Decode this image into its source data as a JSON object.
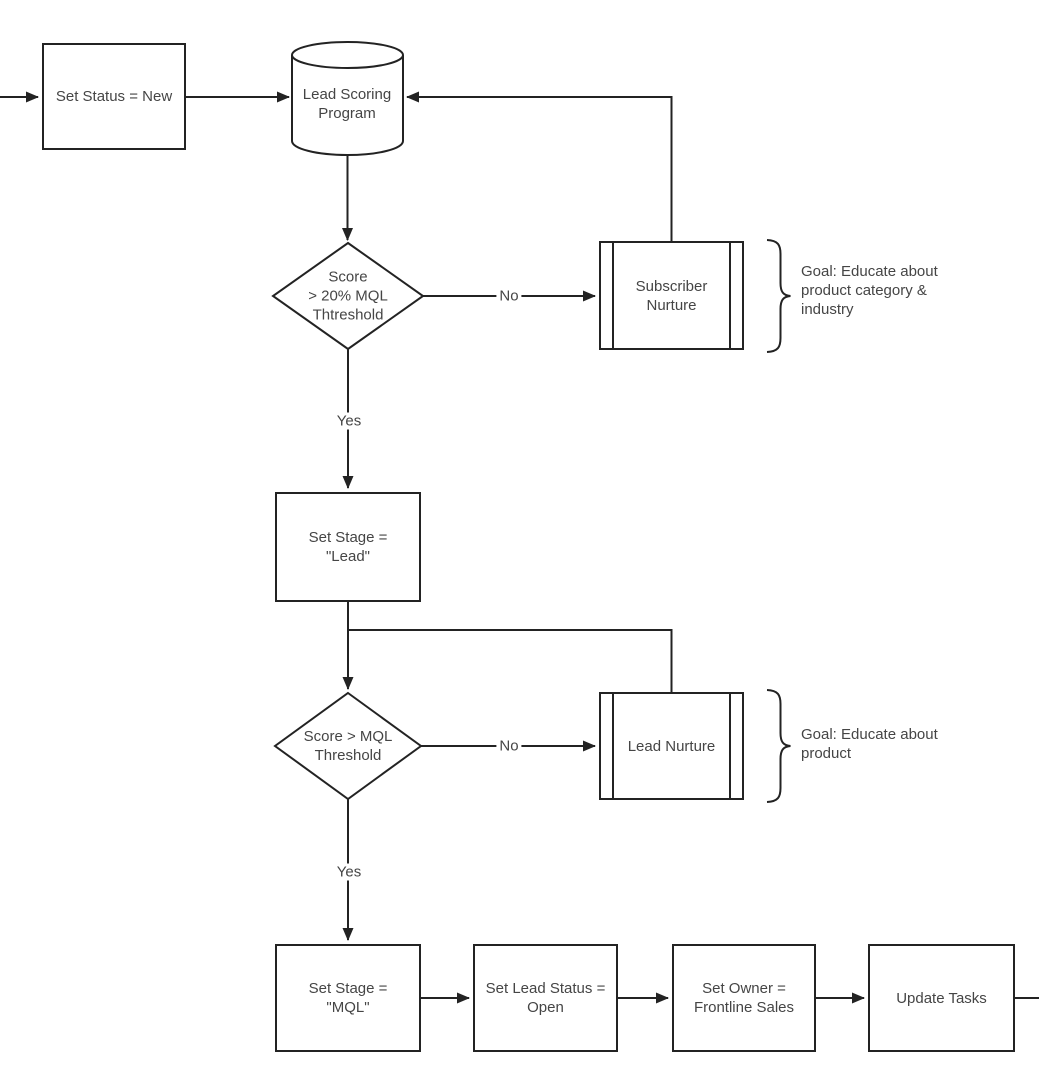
{
  "colors": {
    "line": "#232323",
    "text": "#454545",
    "background": "#ffffff"
  },
  "nodes": {
    "set_status_new": {
      "lines": [
        "Set Status = New"
      ]
    },
    "lead_scoring_program": {
      "lines": [
        "Lead Scoring",
        "Program"
      ]
    },
    "score_20_mql_threshold": {
      "lines": [
        "Score",
        "> 20% MQL",
        "Thtreshold"
      ]
    },
    "subscriber_nurture": {
      "lines": [
        "Subscriber",
        "Nurture"
      ]
    },
    "set_stage_lead": {
      "lines": [
        "Set Stage =",
        "\"Lead\""
      ]
    },
    "score_mql_threshold": {
      "lines": [
        "Score > MQL",
        "Threshold"
      ]
    },
    "lead_nurture": {
      "lines": [
        "Lead Nurture"
      ]
    },
    "set_stage_mql": {
      "lines": [
        "Set Stage =",
        "\"MQL\""
      ]
    },
    "set_lead_status_open": {
      "lines": [
        "Set Lead Status =",
        "Open"
      ]
    },
    "set_owner_frontline_sales": {
      "lines": [
        "Set Owner =",
        "Frontline Sales"
      ]
    },
    "update_tasks": {
      "lines": [
        "Update Tasks"
      ]
    }
  },
  "annotations": {
    "goal_subscriber": {
      "lines": [
        "Goal: Educate about",
        "product category &",
        "industry"
      ]
    },
    "goal_lead": {
      "lines": [
        "Goal: Educate about",
        "product"
      ]
    }
  },
  "edge_labels": {
    "no_subscriber": "No",
    "yes_lead": "Yes",
    "no_lead": "No",
    "yes_mql": "Yes"
  }
}
